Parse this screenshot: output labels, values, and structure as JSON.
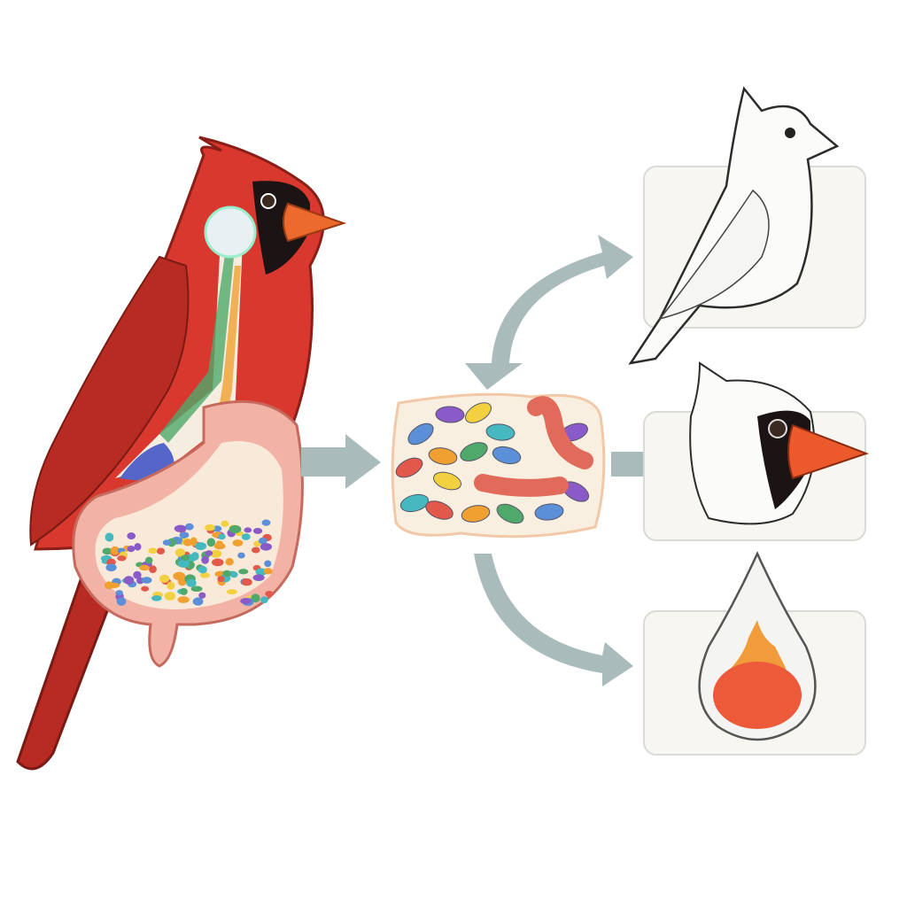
{
  "colors": {
    "background": "#ffffff",
    "cardinal_red": "#d9382f",
    "cardinal_dark": "#b0261f",
    "beak": "#ec6a2c",
    "mask": "#1c1414",
    "stomach": "#f2b2a6",
    "stomach_inner": "#f9e9d8",
    "arrow": "#a9bcbb",
    "panel_fill": "#f7f6f1",
    "panel_stroke": "#d9dbd6",
    "microbe_panel": "#f8efe0",
    "drop_fill": "#ed5a3a",
    "drop_flame": "#f29b3a"
  },
  "icons": [
    "cardinal",
    "stomach",
    "microbes",
    "white-bird",
    "white-cardinal-head",
    "pigment-drop"
  ]
}
